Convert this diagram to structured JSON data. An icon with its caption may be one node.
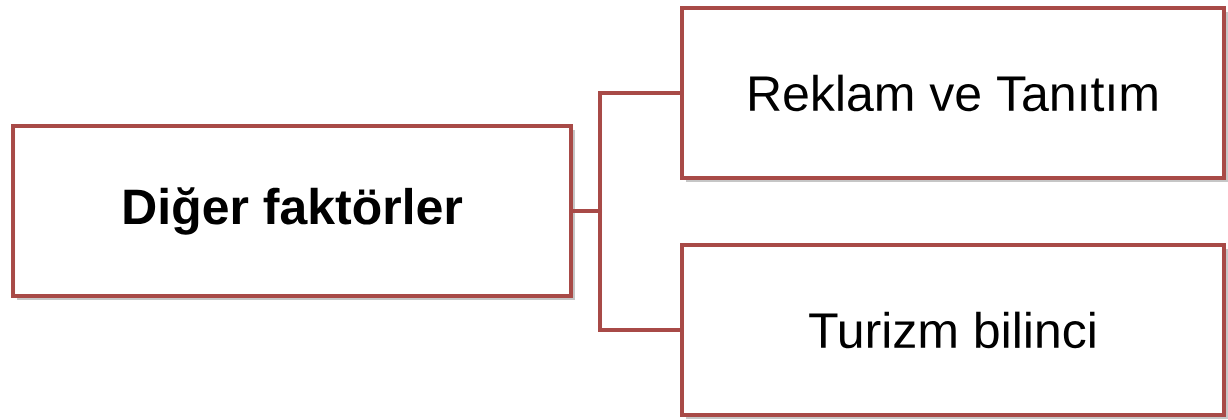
{
  "diagram": {
    "nodes": [
      {
        "text": [
          "**Diğer faktörler**"
        ]
      },
      {
        "text": [
          "Reklam ve Tanıtım"
        ]
      },
      {
        "text": [
          "Turizm bilinci"
        ]
      }
    ],
    "edges": [
      {
        "from": 0,
        "to": 1,
        "arrow": "none"
      },
      {
        "from": 0,
        "to": 2,
        "arrow": "none"
      }
    ]
  }
}
